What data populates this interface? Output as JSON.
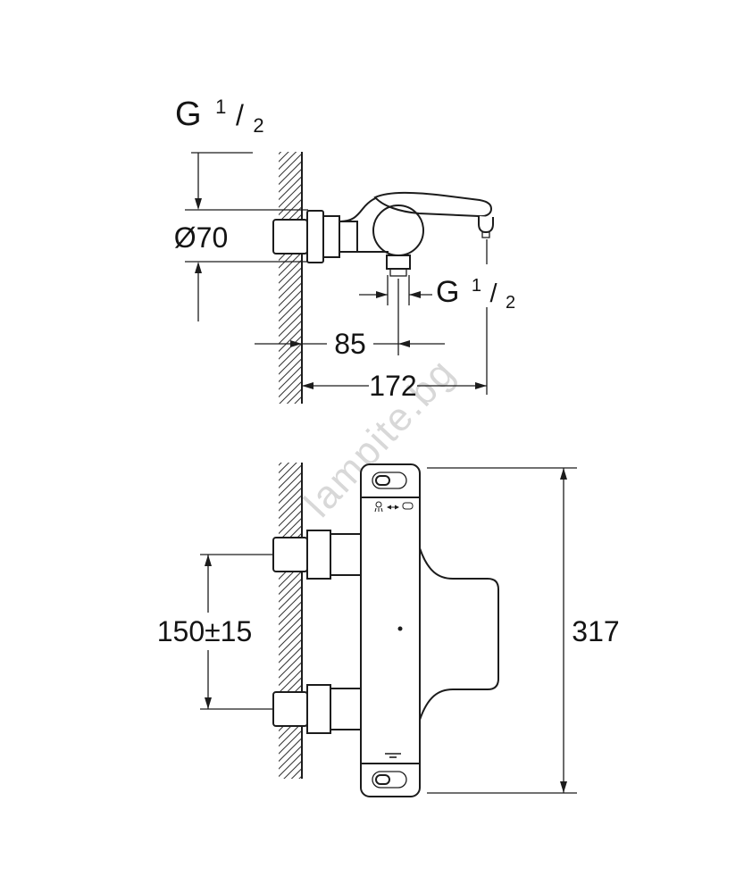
{
  "watermark": {
    "text": "lampite.bg"
  },
  "top_view": {
    "thread_top": {
      "letter": "G",
      "numerator": "1",
      "slash": "/",
      "denominator": "2"
    },
    "flange_diameter": "Ø70",
    "outlet_thread": {
      "letter": "G",
      "numerator": "1",
      "slash": "/",
      "denominator": "2"
    },
    "wall_to_outlet": "85",
    "wall_to_spout": "172"
  },
  "front_view": {
    "connection_spacing": "150±15",
    "total_height": "317"
  }
}
